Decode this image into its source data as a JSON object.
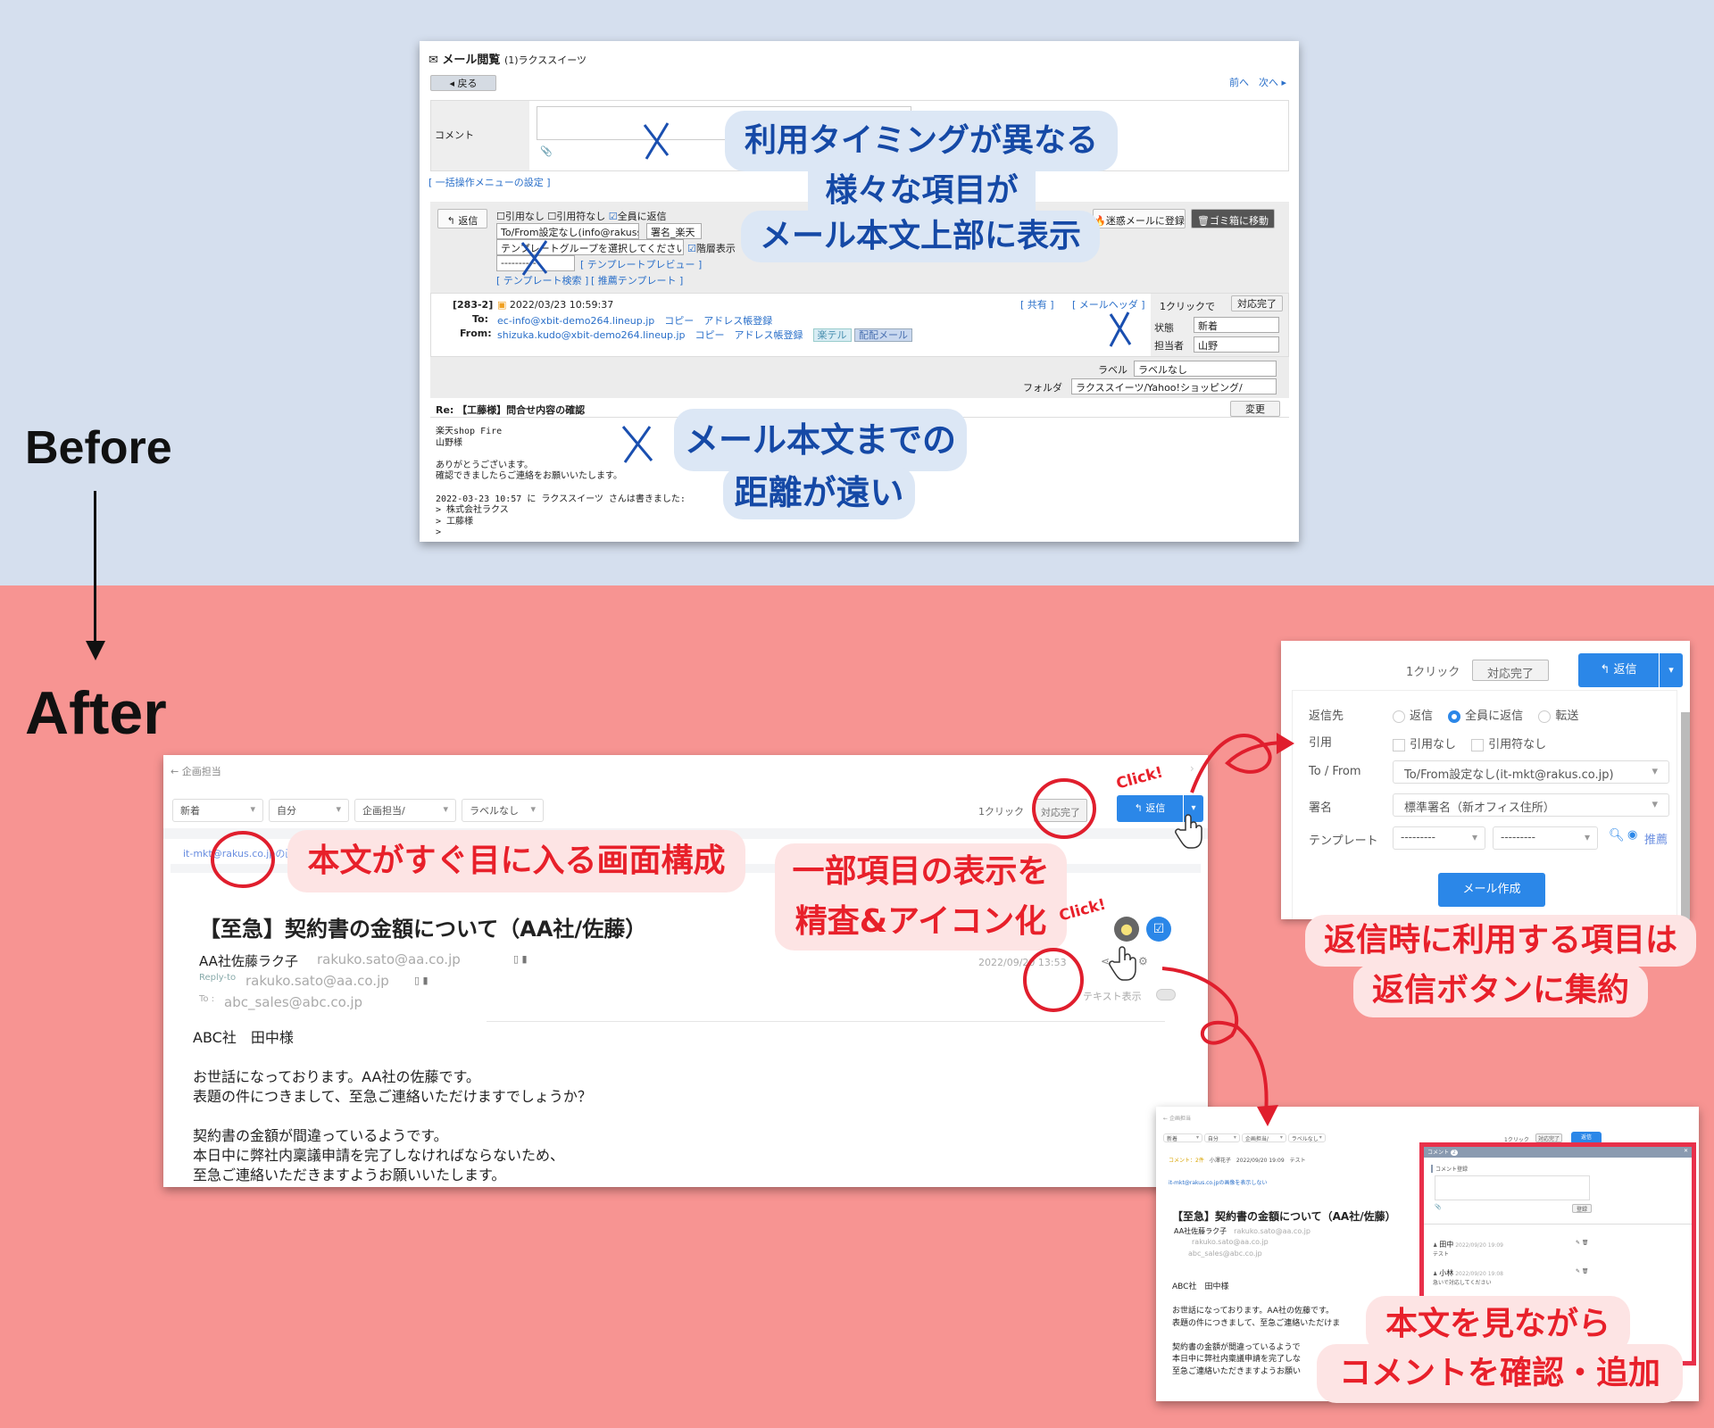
{
  "labels": {
    "before": "Before",
    "after": "After"
  },
  "colors": {
    "before_bg": "#d5dfee",
    "after_bg": "#f79492",
    "callout_blue_text": "#1549a6",
    "callout_red_text": "#e8202a",
    "accent_blue": "#2b87e8"
  },
  "before": {
    "title": "メール閲覧",
    "mailbox": "(1)ラクススイーツ",
    "back": "戻る",
    "prev": "前へ",
    "next": "次へ",
    "comment_label": "コメント",
    "bulk_menu_link": "[ 一括操作メニューの設定 ]",
    "reply_btn": "返信",
    "opt_no_quote": "引用なし",
    "opt_no_quote_mark": "引用符なし",
    "opt_reply_all": "全員に返信",
    "tofrom_select": "To/From設定なし(info@rakuss.co.jp)",
    "signature_select": "署名_楽天",
    "template_group_select": "テンプレートグループを選択してください",
    "hierarchy": "階層表示",
    "template_select": "----------",
    "template_preview": "[ テンプレートプレビュー ]",
    "template_search": "[ テンプレート検索 ]",
    "recommended_template": "[ 推薦テンプレート ]",
    "spam_btn": "迷惑メールに登録",
    "trash_btn": "ゴミ箱に移動",
    "mail_id": "[283-2]",
    "datetime": "2022/03/23 10:59:37",
    "share": "[ 共有 ]",
    "mail_header": "[ メールヘッダ ]",
    "to_label": "To:",
    "to_addr": "ec-info@xbit-demo264.lineup.jp",
    "from_label": "From:",
    "from_addr": "shizuka.kudo@xbit-demo264.lineup.jp",
    "copy": "コピー",
    "addressbook": "アドレス帳登録",
    "tag_rakuten": "楽テル",
    "tag_haihai": "配配メール",
    "one_click": "1クリックで",
    "done_btn": "対応完了",
    "status_label": "状態",
    "status_value": "新着",
    "owner_label": "担当者",
    "owner_value": "山野",
    "label_label": "ラベル",
    "label_value": "ラベルなし",
    "folder_label": "フォルダ",
    "folder_value": "ラクススイーツ/Yahoo!ショッピング/",
    "subject": "Re: 【工藤様】問合せ内容の確認",
    "change_btn": "変更",
    "body": [
      "楽天shop Fire",
      "山野様",
      "",
      "ありがとうございます。",
      "確認できましたらご連絡をお願いいたします。",
      "",
      "2022-03-23 10:57 に ラクススイーツ さんは書きました:",
      "> 株式会社ラクス",
      "> 工藤様",
      ">"
    ]
  },
  "before_callouts": {
    "line1": "利用タイミングが異なる",
    "line2": "様々な項目が",
    "line3": "メール本文上部に表示",
    "dist1": "メール本文までの",
    "dist2": "距離が遠い"
  },
  "after": {
    "breadcrumb": "企画担当",
    "filters": [
      "新着",
      "自分",
      "企画担当/",
      "ラベルなし"
    ],
    "one_click": "1クリック",
    "done_btn": "対応完了",
    "reply_btn": "返信",
    "link_text": "it-mkt@rakus.co.jpの画",
    "subject": "【至急】契約書の金額について（AA社/佐藤）",
    "sender_name": "AA社佐藤ラク子",
    "sender_email": "rakuko.sato@aa.co.jp",
    "replyto_label": "Reply-to",
    "replyto_email": "rakuko.sato@aa.co.jp",
    "to_label": "To :",
    "to_email": "abc_sales@abc.co.jp",
    "date": "2022/09/20 13:53",
    "text_view": "テキスト表示",
    "body": [
      "ABC社　田中様",
      "",
      "お世話になっております。AA社の佐藤です。",
      "表題の件につきまして、至急ご連絡いただけますでしょうか？",
      "",
      "契約書の金額が間違っているようです。",
      "本日中に弊社内稟議申請を完了しなければならないため、",
      "至急ご連絡いただきますようお願いいたします。"
    ]
  },
  "reply_panel": {
    "one_click": "1クリック",
    "done_btn": "対応完了",
    "reply_btn": "返信",
    "dest_label": "返信先",
    "dest_options": [
      "返信",
      "全員に返信",
      "転送"
    ],
    "dest_selected": "全員に返信",
    "quote_label": "引用",
    "quote_options": [
      "引用なし",
      "引用符なし"
    ],
    "tofrom_label": "To / From",
    "tofrom_value": "To/From設定なし(it-mkt@rakus.co.jp)",
    "signature_label": "署名",
    "signature_value": "標準署名（新オフィス住所）",
    "template_label": "テンプレート",
    "template_value1": "---------",
    "template_value2": "---------",
    "recommend": "推薦",
    "compose_btn": "メール作成"
  },
  "comment_shot": {
    "breadcrumb": "企画担当",
    "filters": [
      "新着",
      "自分",
      "企画担当/",
      "ラベルなし"
    ],
    "one_click": "1クリック",
    "done_btn": "対応完了",
    "reply_btn": "返信",
    "comment_count": "コメント：2件",
    "latest_user": "小澤花子",
    "latest_time": "2022/09/20 19:09",
    "latest_text": "テスト",
    "image_link": "it-mkt@rakus.co.jpの画像を表示しない",
    "subject": "【至急】契約書の金額について（AA社/佐藤）",
    "sender_name": "AA社佐藤ラク子",
    "sender_email": "rakuko.sato@aa.co.jp",
    "replyto_email": "rakuko.sato@aa.co.jp",
    "to_email": "abc_sales@abc.co.jp",
    "body": [
      "ABC社　田中様",
      "",
      "お世話になっております。AA社の佐藤です。",
      "表題の件につきまして、至急ご連絡いただけま",
      "",
      "契約書の金額が間違っているようで",
      "本日中に弊社内稟議申請を完了しな",
      "至急ご連絡いただきますようお願い"
    ],
    "panel_title": "コメント",
    "panel_count": "2",
    "register_label": "コメント登録",
    "register_btn": "登録",
    "comments": [
      {
        "user": "田中",
        "time": "2022/09/20 19:09",
        "text": "テスト"
      },
      {
        "user": "小林",
        "time": "2022/09/20 19:08",
        "text": "急いで対応してください"
      }
    ]
  },
  "after_callouts": {
    "body_visible": "本文がすぐ目に入る画面構成",
    "icons1": "一部項目の表示を",
    "icons2": "精査&アイコン化",
    "reply1": "返信時に利用する項目は",
    "reply2": "返信ボタンに集約",
    "comment1": "本文を見ながら",
    "comment2": "コメントを確認・追加",
    "click": "Click!"
  }
}
